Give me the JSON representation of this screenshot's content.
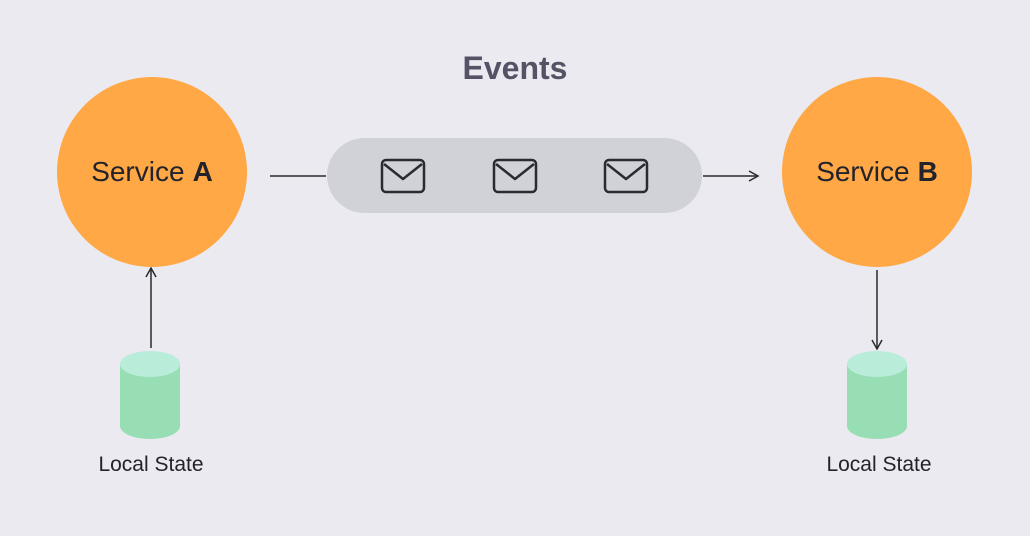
{
  "title": "Events",
  "services": {
    "a": {
      "name": "Service",
      "letter": "A"
    },
    "b": {
      "name": "Service",
      "letter": "B"
    }
  },
  "queue": {
    "messages": [
      "envelope-icon",
      "envelope-icon",
      "envelope-icon"
    ]
  },
  "stores": {
    "a": {
      "label": "Local State"
    },
    "b": {
      "label": "Local State"
    }
  },
  "colors": {
    "background": "#ebeaf0",
    "service": "#ffa845",
    "queue": "#d0d2d8",
    "database_top": "#b9ecd9",
    "database_body": "#97deb4",
    "title": "#545264",
    "text": "#23232b",
    "line": "#2a2a2a"
  }
}
